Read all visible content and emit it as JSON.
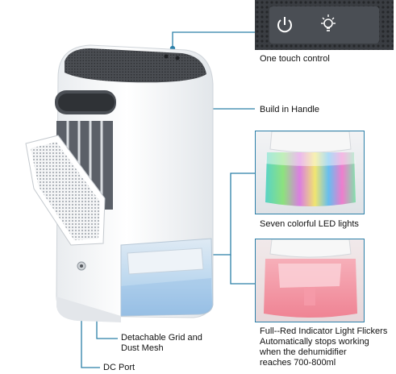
{
  "labels": {
    "one_touch": "One touch control",
    "handle": "Build in Handle",
    "led": "Seven colorful LED lights",
    "red_line1": "Full--Red Indicator Light Flickers",
    "red_line2": "Automatically stops working",
    "red_line3": "when the dehumidifier",
    "red_line4": "reaches 700-800ml",
    "grid_line1": "Detachable Grid and",
    "grid_line2": "Dust Mesh",
    "dc_port": "DC Port"
  },
  "icons": {
    "power": "power-icon",
    "light": "light-bulb-icon"
  },
  "colors": {
    "leader_line": "#2b7fa8",
    "panel": "#3a3d42",
    "icon": "#ffffff"
  }
}
